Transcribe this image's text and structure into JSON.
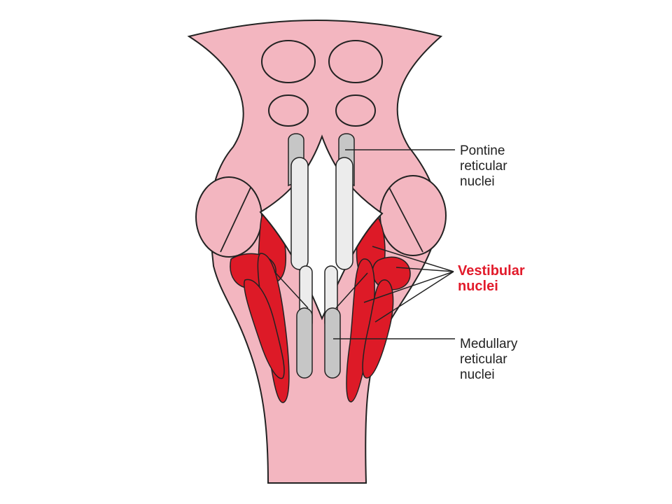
{
  "labels": {
    "pontine": [
      "Pontine",
      "reticular",
      "nuclei"
    ],
    "vestibular": [
      "Vestibular",
      "nuclei"
    ],
    "medullary": [
      "Medullary",
      "reticular",
      "nuclei"
    ]
  },
  "colors": {
    "background": "#ffffff",
    "brainstem_fill": "#f3b6c0",
    "reticular_fill": "#c6c6c6",
    "vestibular_fill": "#dd1a27",
    "vestibular_text": "#e21b2b",
    "outline": "#222222"
  }
}
